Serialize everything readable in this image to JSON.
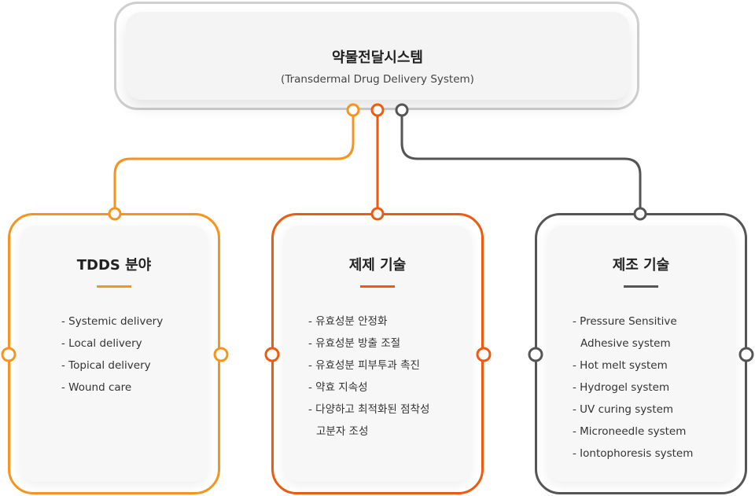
{
  "colors": {
    "orange": "#F7941D",
    "red": "#EE5A0F",
    "gray": "#555555",
    "frame_light": "#CFCFCF"
  },
  "top": {
    "title": "약물전달시스템",
    "subtitle": "(Transdermal Drug Delivery System)"
  },
  "columns": [
    {
      "title": "TDDS 분야",
      "color": "orange",
      "items": [
        "- Systemic delivery",
        "- Local delivery",
        "- Topical delivery",
        "- Wound care"
      ]
    },
    {
      "title": "제제 기술",
      "color": "red",
      "items": [
        "- 유효성분 안정화",
        "- 유효성분 방출 조절",
        "- 유효성분 피부투과 촉진",
        "- 약효 지속성",
        "- 다양하고 최적화된 점착성",
        "고분자 조성"
      ]
    },
    {
      "title": "제조 기술",
      "color": "gray",
      "items": [
        "- Pressure Sensitive",
        "Adhesive system",
        "- Hot melt system",
        "- Hydrogel system",
        "- UV curing system",
        "- Microneedle system",
        "- Iontophoresis system"
      ]
    }
  ]
}
